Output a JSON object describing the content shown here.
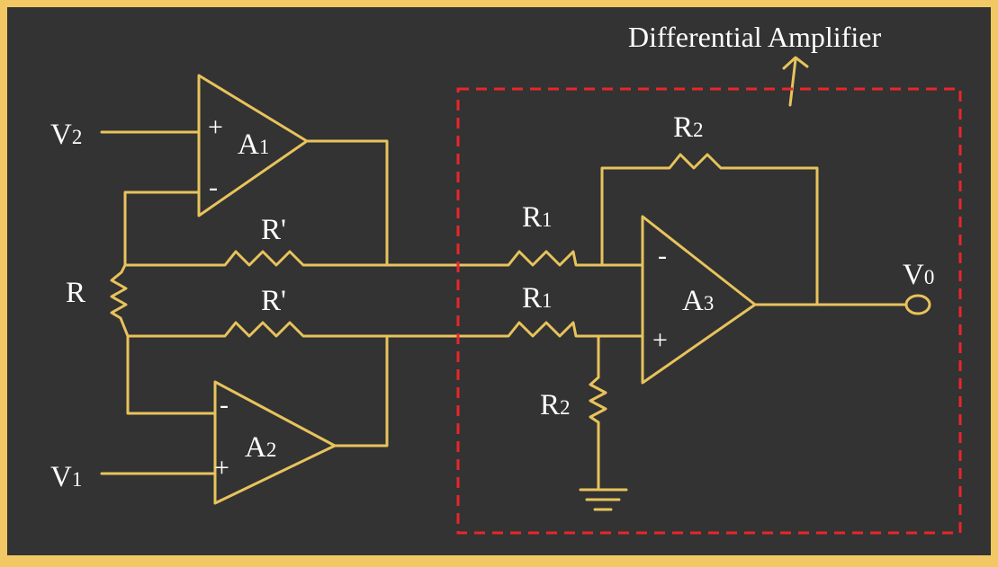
{
  "title": "Differential Amplifier",
  "colors": {
    "background": "#333333",
    "border": "#f2c864",
    "wire": "#e8c35c",
    "text": "#ffffff",
    "highlight_box": "#e8262b"
  },
  "inputs": {
    "v2": {
      "letter": "V",
      "sub": "2"
    },
    "v1": {
      "letter": "V",
      "sub": "1"
    }
  },
  "output": {
    "letter": "V",
    "sub": "0"
  },
  "gain_resistor": {
    "label": "R"
  },
  "opamps": {
    "a1": {
      "letter": "A",
      "sub": "1",
      "top_sign": "+",
      "bottom_sign": "-"
    },
    "a2": {
      "letter": "A",
      "sub": "2",
      "top_sign": "-",
      "bottom_sign": "+"
    },
    "a3": {
      "letter": "A",
      "sub": "3",
      "top_sign": "-",
      "bottom_sign": "+"
    }
  },
  "resistors": {
    "rp_top": {
      "label": "R'"
    },
    "rp_bottom": {
      "label": "R'"
    },
    "r1_top": {
      "letter": "R",
      "sub": "1"
    },
    "r1_bottom": {
      "letter": "R",
      "sub": "1"
    },
    "r2_feedback": {
      "letter": "R",
      "sub": "2"
    },
    "r2_ground": {
      "letter": "R",
      "sub": "2"
    }
  }
}
